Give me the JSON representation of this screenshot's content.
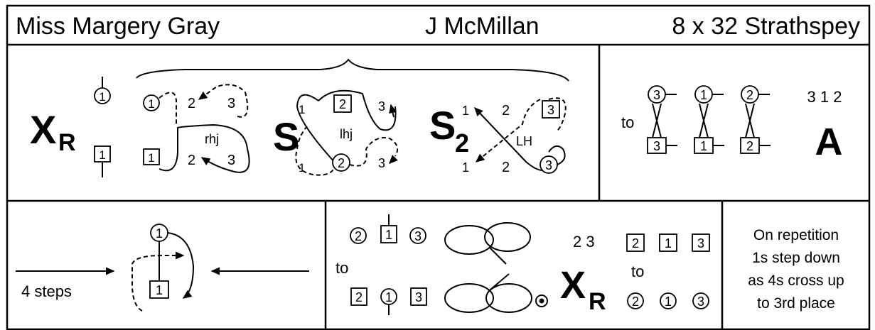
{
  "header": {
    "title": "Miss Margery Gray",
    "author": "J McMillan",
    "format": "8 x 32 Strathspey"
  },
  "panel1": {
    "cross_symbol": "X",
    "cross_sub": "R",
    "cross_w": "1",
    "cross_m": "1",
    "cross_path": {
      "top_w": "1",
      "top_pos2": "2",
      "top_pos3": "3",
      "hand": "rhj",
      "bot_m": "1",
      "bot_pos2": "2",
      "bot_pos3": "3"
    },
    "set_symbol": "S",
    "set": {
      "tl": "1",
      "m2": "2",
      "tr": "3",
      "hand": "lhj",
      "bl": "1",
      "w2": "2",
      "br": "3"
    },
    "set2_symbol": "S",
    "set2_sub": "2",
    "set2": {
      "tl": "1",
      "t2": "2",
      "m3": "3",
      "hand": "LH",
      "bl": "1",
      "b2": "2",
      "w3": "3"
    }
  },
  "panel2": {
    "to_label": "to",
    "top": [
      "3",
      "1",
      "2"
    ],
    "bottom": [
      "3",
      "1",
      "2"
    ],
    "order": "3 1 2",
    "symbol": "A"
  },
  "panel3": {
    "w1": "1",
    "m1": "1",
    "steps_label": "4 steps"
  },
  "panel4": {
    "row1": [
      "2",
      "1",
      "3"
    ],
    "to_label": "to",
    "row2": [
      "2",
      "1",
      "3"
    ],
    "num_label": "2 3",
    "cross_symbol": "X",
    "cross_sub": "R",
    "right_top": [
      "2",
      "1",
      "3"
    ],
    "right_to": "to",
    "right_bottom": [
      "2",
      "1",
      "3"
    ]
  },
  "panel5": {
    "lines": [
      "On repetition",
      "1s step down",
      "as 4s cross up",
      "to 3rd place"
    ]
  }
}
